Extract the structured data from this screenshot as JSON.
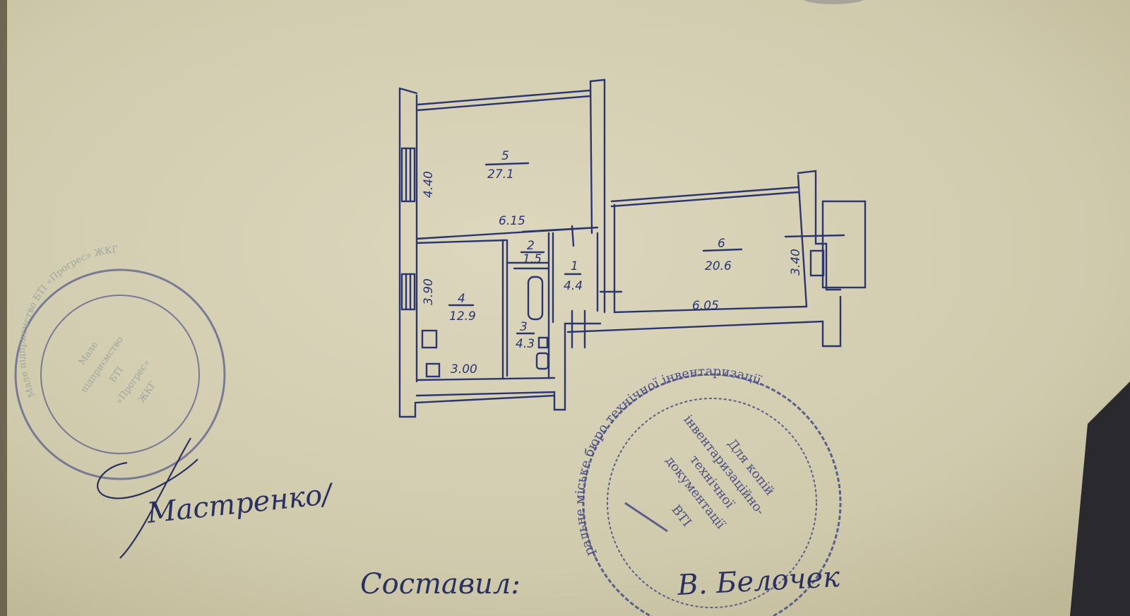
{
  "floor_plan": {
    "rooms": [
      {
        "number": "5",
        "area": "27.1"
      },
      {
        "number": "4",
        "area": "12.9"
      },
      {
        "number": "2",
        "area": "1.5"
      },
      {
        "number": "3",
        "area": "4.3"
      },
      {
        "number": "1",
        "area": "4.4"
      },
      {
        "number": "6",
        "area": "20.6"
      }
    ],
    "dimensions": {
      "room5_width": "6.15",
      "room5_depth": "4.40",
      "room4_depth": "3.90",
      "room4_width": "3.00",
      "room6_width": "6.05",
      "room6_depth": "3.40"
    }
  },
  "stamps": {
    "left": {
      "outer_text": "Мале підприємство БТІ «Прогрес» ЖКГ",
      "inner_lines": [
        "Мале",
        "підприємство",
        "БТІ",
        "«Прогрес»",
        "ЖКГ"
      ]
    },
    "right": {
      "outer_text": "…ральне міське бюро технічної інвентаризації",
      "inner_lines": [
        "Для копій",
        "інвентаризаційно-",
        "технічної",
        "документації",
        "ВТІ"
      ]
    }
  },
  "signatures": {
    "approver": "Мастренко/",
    "compiled_label": "Составил:",
    "compiler": "В. Белочек"
  },
  "colors": {
    "paper": "#d6d0b4",
    "ink": "#2b3570",
    "stamp": "#5b5f8c"
  }
}
